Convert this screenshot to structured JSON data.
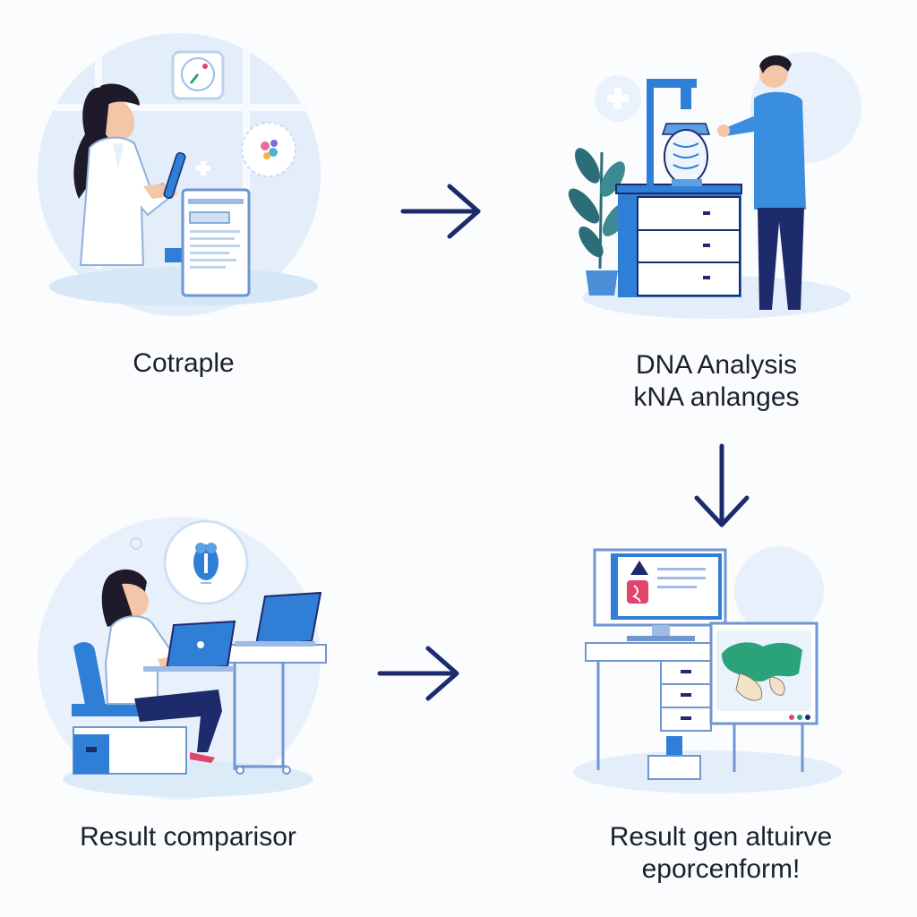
{
  "colors": {
    "navy": "#1d2a6b",
    "blue": "#2f7fd6",
    "light_blue": "#dcebfa",
    "pale_blue": "#eaf3fc",
    "skin": "#f4c6a8",
    "hair": "#1e1a2a"
  },
  "steps": [
    {
      "id": "step1",
      "caption_lines": [
        "Cotraple"
      ]
    },
    {
      "id": "step2",
      "caption_lines": [
        "DNA Analysis",
        "kNA anlanges"
      ]
    },
    {
      "id": "step3",
      "caption_lines": [
        "Result comparisor"
      ]
    },
    {
      "id": "step4",
      "caption_lines": [
        "Result gen altuirve",
        "eporcenform!"
      ]
    }
  ],
  "arrows": [
    "right",
    "down",
    "right"
  ]
}
